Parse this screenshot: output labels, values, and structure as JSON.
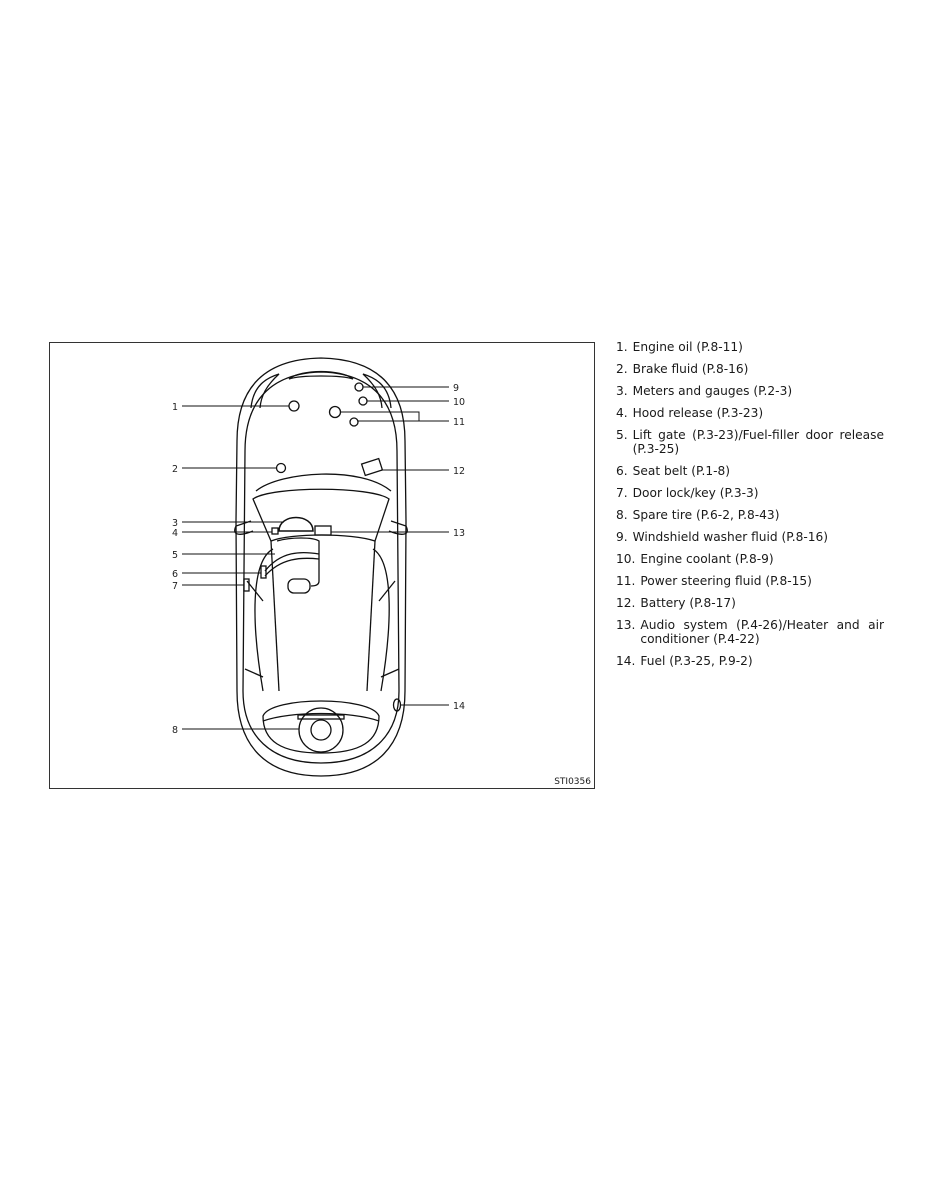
{
  "figure": {
    "code": "STI0356",
    "callouts": [
      "1",
      "2",
      "3",
      "4",
      "5",
      "6",
      "7",
      "8",
      "9",
      "10",
      "11",
      "12",
      "13",
      "14"
    ]
  },
  "legend": [
    {
      "num": "1.",
      "text": "Engine oil (P.8-11)"
    },
    {
      "num": "2.",
      "text": "Brake fluid (P.8-16)"
    },
    {
      "num": "3.",
      "text": "Meters and gauges (P.2-3)"
    },
    {
      "num": "4.",
      "text": "Hood release (P.3-23)"
    },
    {
      "num": "5.",
      "text": "Lift gate (P.3-23)/Fuel-filler door release (P.3-25)"
    },
    {
      "num": "6.",
      "text": "Seat belt (P.1-8)"
    },
    {
      "num": "7.",
      "text": "Door lock/key (P.3-3)"
    },
    {
      "num": "8.",
      "text": "Spare tire (P.6-2, P.8-43)"
    },
    {
      "num": "9.",
      "text": "Windshield washer fluid (P.8-16)"
    },
    {
      "num": "10.",
      "text": "Engine coolant (P.8-9)"
    },
    {
      "num": "11.",
      "text": "Power steering fluid (P.8-15)"
    },
    {
      "num": "12.",
      "text": "Battery (P.8-17)"
    },
    {
      "num": "13.",
      "text": "Audio system (P.4-26)/Heater and air conditioner (P.4-22)"
    },
    {
      "num": "14.",
      "text": "Fuel (P.3-25, P.9-2)"
    }
  ]
}
